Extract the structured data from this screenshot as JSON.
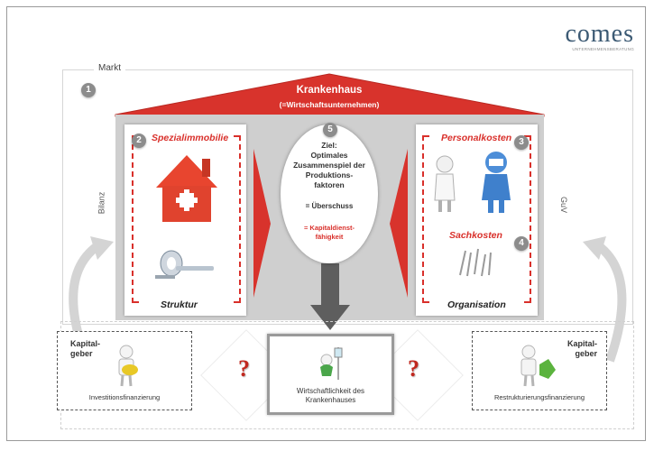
{
  "logo": {
    "word": "comes",
    "tagline": "UNTERNEHMENSBERATUNG"
  },
  "market": {
    "label": "Markt",
    "badge": "1"
  },
  "roof": {
    "title": "Krankenhaus",
    "subtitle": "(=Wirtschaftsunternehmen)"
  },
  "left_panel": {
    "badge": "2",
    "title": "Spezialimmobilie",
    "footer": "Struktur",
    "side_label": "Bilanz"
  },
  "right_panel": {
    "badge_top": "3",
    "title": "Personalkosten",
    "subtitle": "Sachkosten",
    "badge_mid": "4",
    "footer": "Organisation",
    "side_label": "GuV"
  },
  "center": {
    "badge": "5",
    "goal": "Ziel:\nOptimales\nZusammenspiel der\nProduktions-\nfaktoren",
    "equals": "= Überschuss",
    "result": "= Kapitaldienst-\nfähigkeit"
  },
  "bottom": {
    "left_card": {
      "head": "Kapital-\ngeber",
      "foot": "Investitionsfinanzierung"
    },
    "middle_card": {
      "foot": "Wirtschaftlichkeit des\nKrankenhauses"
    },
    "right_card": {
      "head": "Kapital-\ngeber",
      "foot": "Restrukturierungsfinanzierung"
    },
    "question_mark": "?"
  },
  "colors": {
    "red": "#d9302b",
    "roof_red": "#d8332c",
    "gray": "#cfcfcf",
    "badge": "#8c8c8c",
    "logo_blue": "#3c5a74"
  },
  "icons": [
    "house-icon",
    "mri-scanner-icon",
    "doctor-figure-icon",
    "surgeon-figure-icon",
    "medical-instruments-icon",
    "figure-with-coins-icon",
    "iv-drip-figure-icon",
    "recycle-figure-icon"
  ]
}
